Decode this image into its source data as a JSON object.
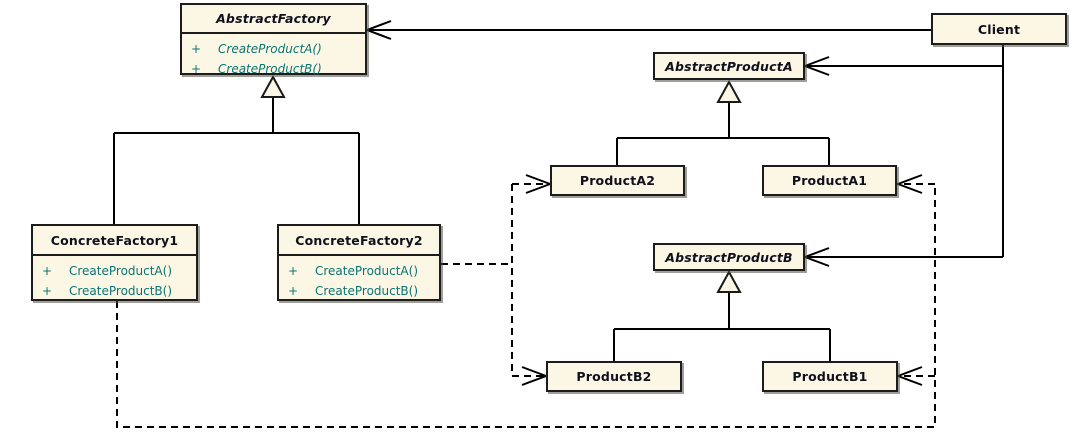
{
  "diagram_type": "uml-class-diagram",
  "pattern": "Abstract Factory",
  "colors": {
    "background": "#ffffff",
    "node_fill": "#fcf7e5",
    "node_border": "#1c1c1c",
    "line": "#000000",
    "title_text": "#10101c",
    "method_text": "#0a7473"
  },
  "nodes": {
    "abstract_factory": {
      "name": "AbstractFactory",
      "abstract": true,
      "methods": [
        {
          "vis": "+",
          "sig": "CreateProductA()"
        },
        {
          "vis": "+",
          "sig": "CreateProductB()"
        }
      ]
    },
    "client": {
      "name": "Client"
    },
    "abstract_product_a": {
      "name": "AbstractProductA",
      "abstract": true
    },
    "product_a2": {
      "name": "ProductA2"
    },
    "product_a1": {
      "name": "ProductA1"
    },
    "abstract_product_b": {
      "name": "AbstractProductB",
      "abstract": true
    },
    "product_b2": {
      "name": "ProductB2"
    },
    "product_b1": {
      "name": "ProductB1"
    },
    "concrete_factory1": {
      "name": "ConcreteFactory1",
      "methods": [
        {
          "vis": "+",
          "sig": "CreateProductA()"
        },
        {
          "vis": "+",
          "sig": "CreateProductB()"
        }
      ]
    },
    "concrete_factory2": {
      "name": "ConcreteFactory2",
      "methods": [
        {
          "vis": "+",
          "sig": "CreateProductA()"
        },
        {
          "vis": "+",
          "sig": "CreateProductB()"
        }
      ]
    }
  },
  "relationships": [
    {
      "type": "association",
      "from": "Client",
      "to": "AbstractFactory"
    },
    {
      "type": "association",
      "from": "Client",
      "to": "AbstractProductA"
    },
    {
      "type": "association",
      "from": "Client",
      "to": "AbstractProductB"
    },
    {
      "type": "generalization",
      "from": "ConcreteFactory1",
      "to": "AbstractFactory"
    },
    {
      "type": "generalization",
      "from": "ConcreteFactory2",
      "to": "AbstractFactory"
    },
    {
      "type": "generalization",
      "from": "ProductA2",
      "to": "AbstractProductA"
    },
    {
      "type": "generalization",
      "from": "ProductA1",
      "to": "AbstractProductA"
    },
    {
      "type": "generalization",
      "from": "ProductB2",
      "to": "AbstractProductB"
    },
    {
      "type": "generalization",
      "from": "ProductB1",
      "to": "AbstractProductB"
    },
    {
      "type": "dependency",
      "from": "ConcreteFactory1",
      "to": "ProductA1"
    },
    {
      "type": "dependency",
      "from": "ConcreteFactory1",
      "to": "ProductB1"
    },
    {
      "type": "dependency",
      "from": "ConcreteFactory2",
      "to": "ProductA2"
    },
    {
      "type": "dependency",
      "from": "ConcreteFactory2",
      "to": "ProductB2"
    }
  ]
}
